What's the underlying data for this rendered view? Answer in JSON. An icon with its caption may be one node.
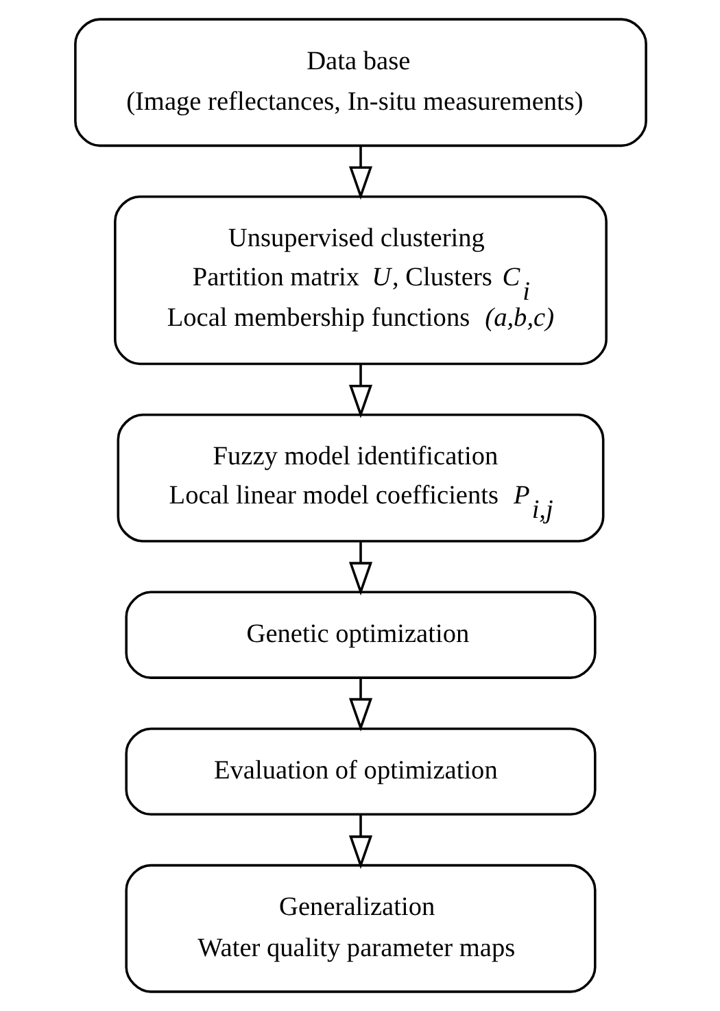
{
  "diagram": {
    "nodes": [
      {
        "text": [
          "Data base",
          "(Image reflectances, In-situ measurements)"
        ]
      },
      {
        "text": [
          "Unsupervised clustering",
          "Partition matrix *U*, Clusters *C*$_{i}$",
          "Local membership functions *(a,b,c)*"
        ]
      },
      {
        "text": [
          "Fuzzy model identification",
          "Local linear model coefficients *P*$_{i,j}$"
        ]
      },
      {
        "text": [
          "Genetic optimization"
        ]
      },
      {
        "text": [
          "Evaluation of optimization"
        ]
      },
      {
        "text": [
          "Generalization",
          "Water quality parameter maps"
        ]
      }
    ],
    "edges": [
      {
        "from": 0,
        "to": 1,
        "arrow": "to"
      },
      {
        "from": 1,
        "to": 2,
        "arrow": "to"
      },
      {
        "from": 2,
        "to": 3,
        "arrow": "to"
      },
      {
        "from": 3,
        "to": 4,
        "arrow": "to"
      },
      {
        "from": 4,
        "to": 5,
        "arrow": "to"
      }
    ]
  }
}
